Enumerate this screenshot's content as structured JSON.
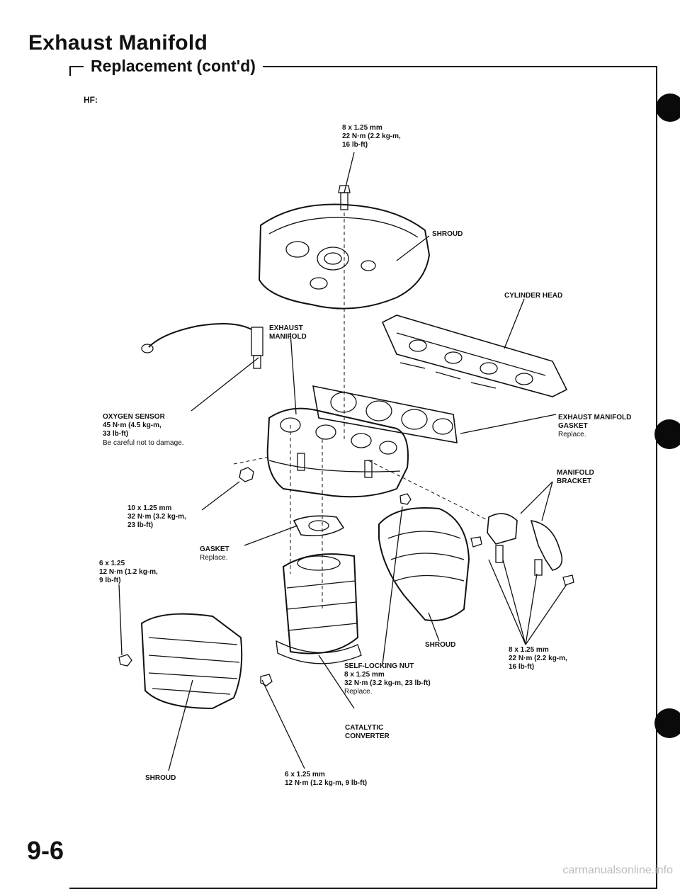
{
  "page": {
    "title": "Exhaust Manifold",
    "section": "Replacement (cont'd)",
    "model": "HF:",
    "page_number": "9-6",
    "watermark": "carmanualsonline.info"
  },
  "callouts": {
    "shroud_bolt": "8 x 1.25 mm\n22 N·m (2.2 kg-m,\n16 lb-ft)",
    "shroud_top": "SHROUD",
    "cylinder_head": "CYLINDER HEAD",
    "exhaust_manifold": "EXHAUST\nMANIFOLD",
    "oxygen_sensor": "OXYGEN SENSOR\n45 N·m (4.5 kg-m,\n33 lb-ft)",
    "oxygen_sensor_note": "Be careful not to damage.",
    "manifold_gasket": "EXHAUST MANIFOLD\nGASKET",
    "manifold_gasket_note": "Replace.",
    "manifold_bracket": "MANIFOLD\nBRACKET",
    "manifold_nut": "10 x 1.25 mm\n32 N·m (3.2 kg-m,\n23 lb-ft)",
    "gasket": "GASKET",
    "gasket_note": "Replace.",
    "small_bolt": "6 x 1.25\n12 N·m (1.2 kg-m,\n9 lb-ft)",
    "shroud_right": "SHROUD",
    "self_locking_nut": "SELF-LOCKING NUT\n8 x 1.25 mm\n32 N·m (3.2 kg-m, 23 lb-ft)",
    "self_locking_nut_note": "Replace.",
    "bracket_bolt": "8 x 1.25 mm\n22 N·m (2.2 kg-m,\n16 lb-ft)",
    "catalytic_converter": "CATALYTIC\nCONVERTER",
    "bottom_bolt": "6 x 1.25 mm\n12 N·m (1.2 kg-m, 9 lb-ft)",
    "shroud_bottom": "SHROUD"
  }
}
